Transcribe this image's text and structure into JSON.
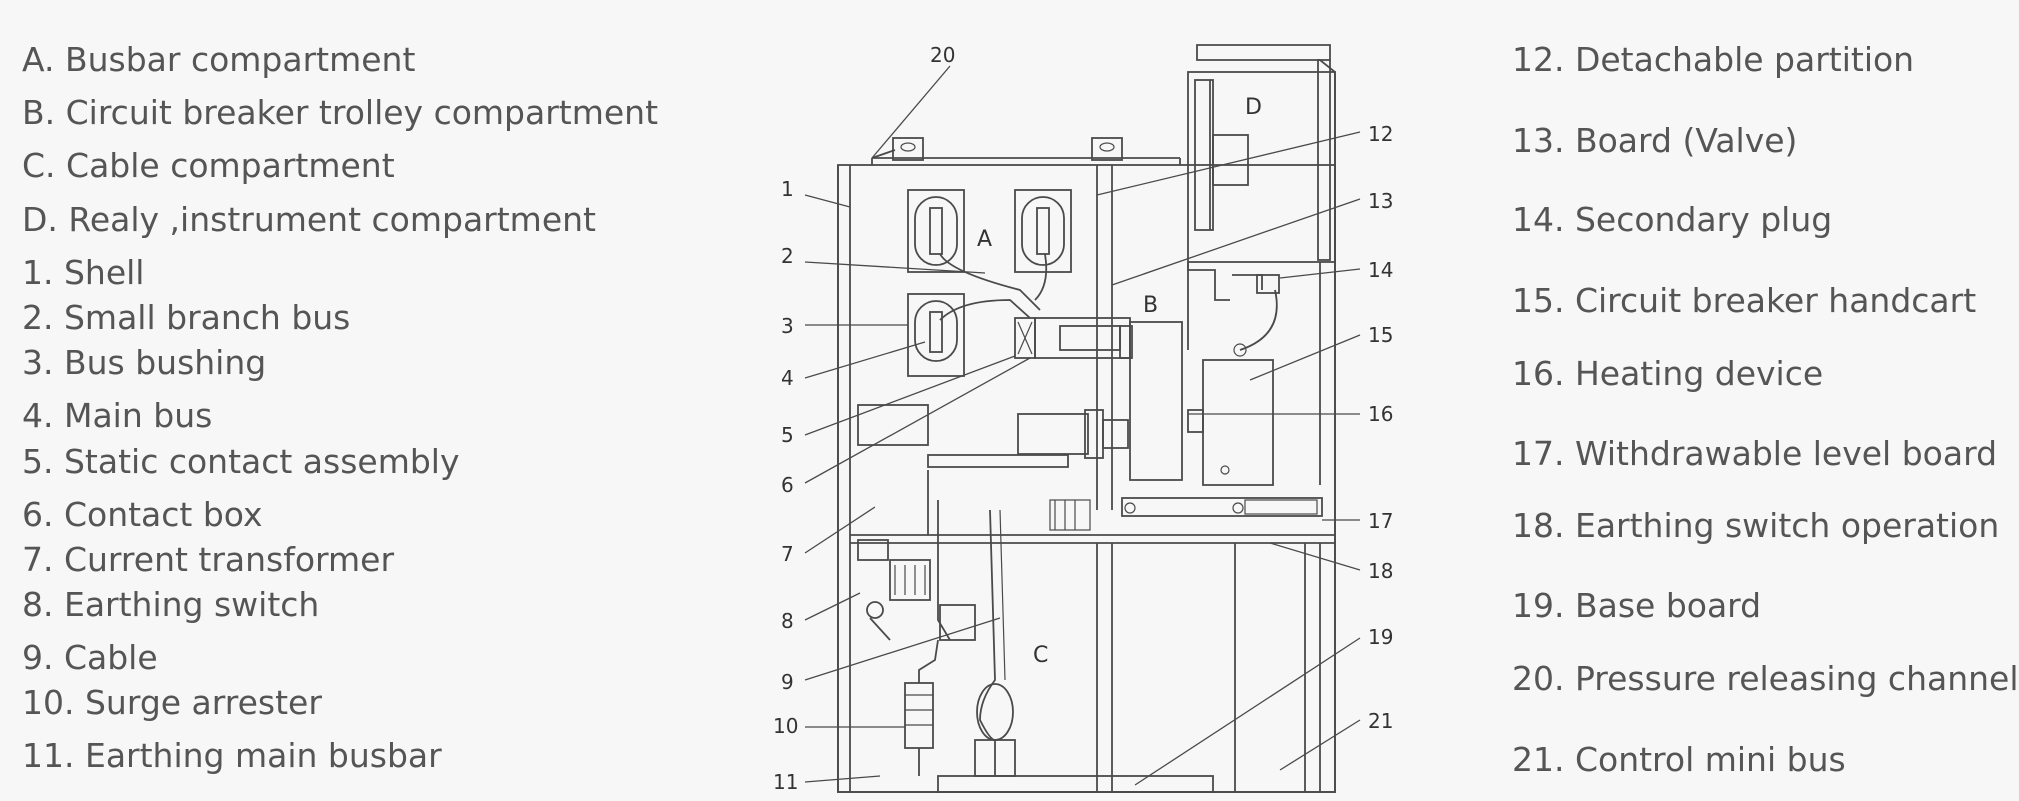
{
  "legend_left": [
    "A. Busbar compartment",
    "B. Circuit breaker trolley compartment",
    "C. Cable compartment",
    "D. Realy ,instrument compartment",
    "1. Shell",
    "2. Small branch bus",
    "3. Bus bushing",
    "4. Main bus",
    "5. Static contact assembly",
    "6. Contact box",
    "7. Current transformer",
    "8. Earthing switch",
    "9. Cable",
    "10. Surge arrester",
    "11. Earthing main busbar"
  ],
  "legend_right": [
    "12. Detachable partition",
    "13. Board (Valve)",
    "14. Secondary plug",
    "15. Circuit breaker handcart",
    "16. Heating device",
    "17. Withdrawable level board",
    "18. Earthing switch operation",
    "19. Base board",
    "20. Pressure releasing channel",
    "21. Control mini bus"
  ],
  "diagram": {
    "zones": {
      "A": "A",
      "B": "B",
      "C": "C",
      "D": "D"
    },
    "callouts": {
      "n1": "1",
      "n2": "2",
      "n3": "3",
      "n4": "4",
      "n5": "5",
      "n6": "6",
      "n7": "7",
      "n8": "8",
      "n9": "9",
      "n10": "10",
      "n11": "11",
      "n12": "12",
      "n13": "13",
      "n14": "14",
      "n15": "15",
      "n16": "16",
      "n17": "17",
      "n18": "18",
      "n19": "19",
      "n20": "20",
      "n21": "21"
    }
  }
}
